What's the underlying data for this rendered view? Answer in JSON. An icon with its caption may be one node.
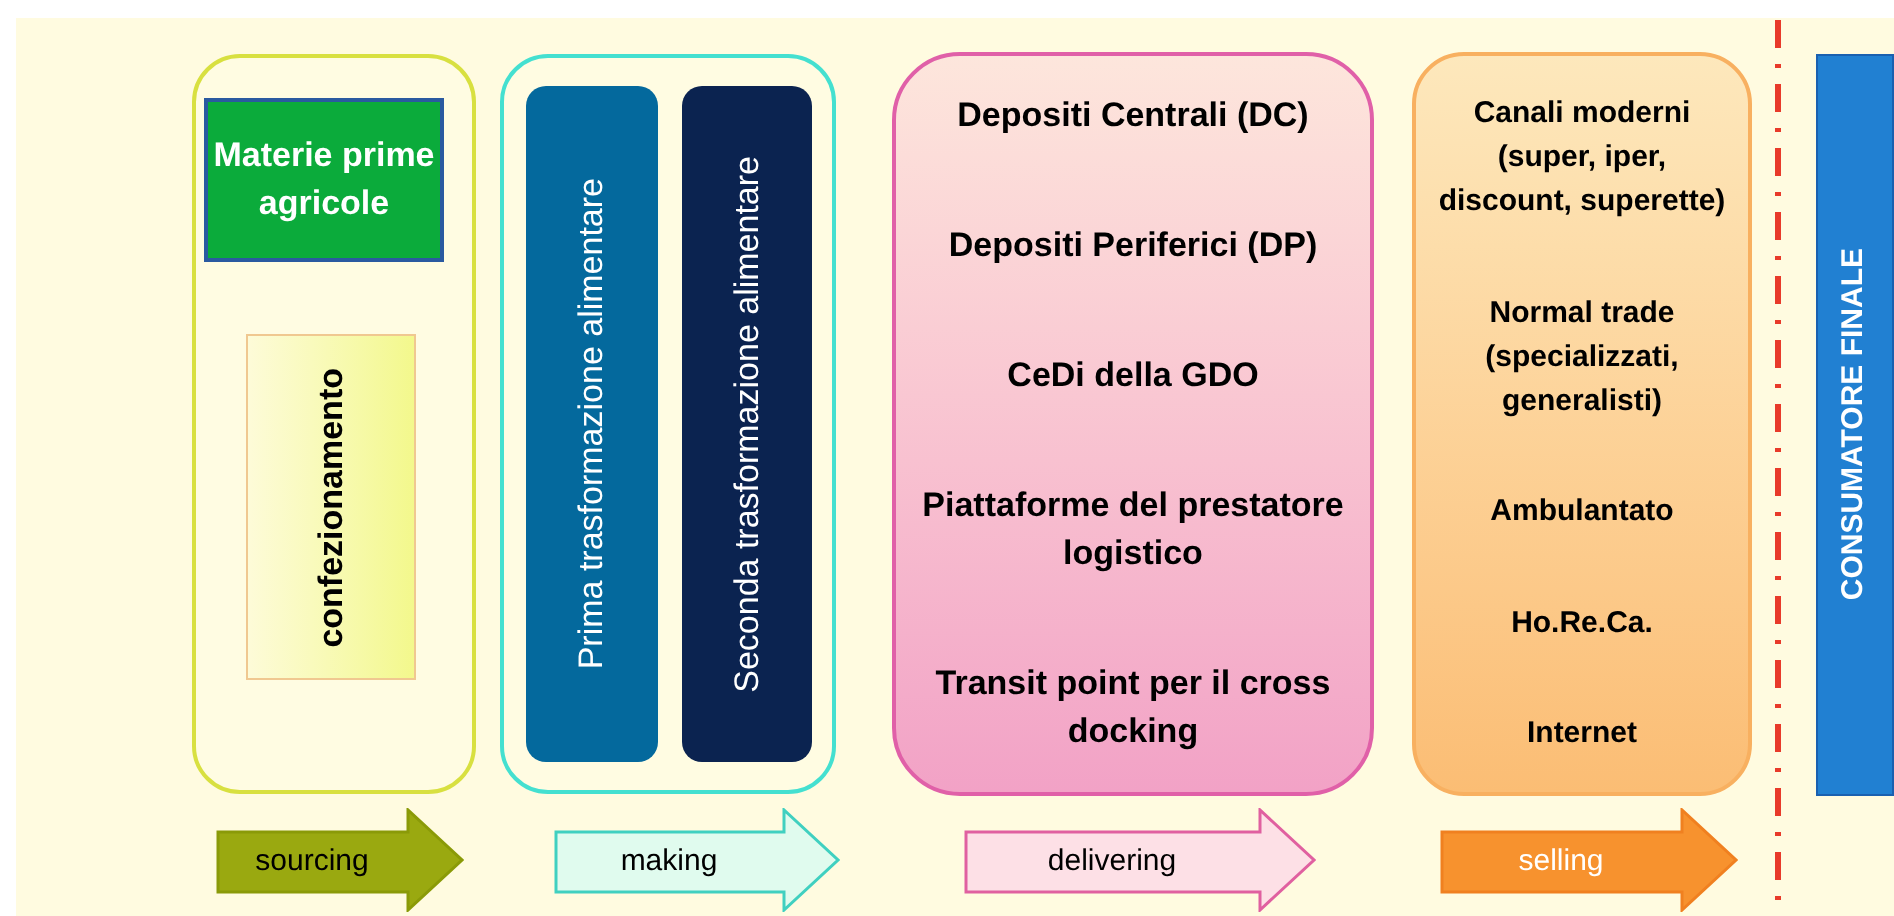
{
  "diagram": {
    "nodes": [
      {
        "text": [],
        "shape": "box"
      },
      {
        "text": [
          "Materie prime agricole"
        ],
        "in": 0
      },
      {
        "text": [
          "confezionamento"
        ],
        "in": 0
      },
      {
        "text": [],
        "shape": "box"
      },
      {
        "text": [
          "Prima trasformazione alimentare"
        ],
        "in": 3
      },
      {
        "text": [
          "Seconda trasformazione alimentare"
        ],
        "in": 3
      },
      {
        "text": [
          "Depositi Centrali (DC)",
          "Depositi Periferici (DP)",
          "CeDi della GDO",
          "Piattaforme del prestatore logistico",
          "Transit point per il cross docking"
        ]
      },
      {
        "text": [
          "Canali moderni (super, iper, discount, superette)",
          "Normal trade (specializzati, generalisti)",
          "Ambulantato",
          "Ho.Re.Ca.",
          "Internet"
        ]
      },
      {
        "text": [
          "CONSUMATORE FINALE"
        ]
      },
      {
        "text": [
          "sourcing"
        ]
      },
      {
        "text": [
          "making"
        ]
      },
      {
        "text": [
          "delivering"
        ]
      },
      {
        "text": [
          "selling"
        ]
      }
    ]
  }
}
